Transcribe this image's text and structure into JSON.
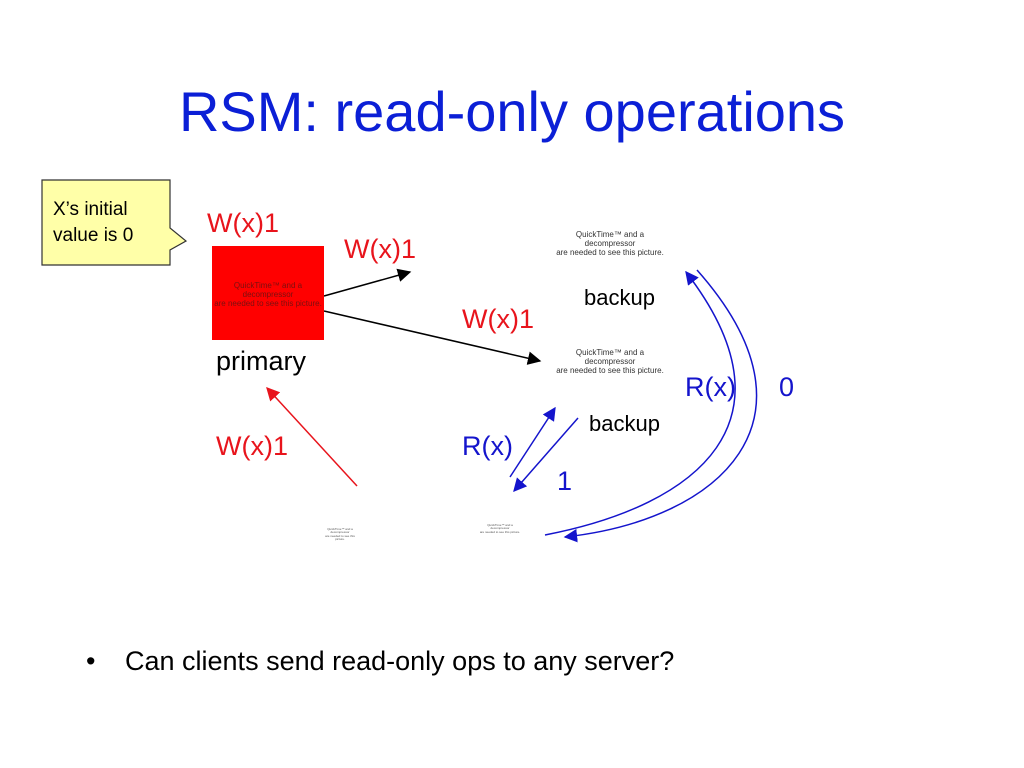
{
  "title": "RSM: read-only operations",
  "callout": {
    "line1": "X’s initial",
    "line2": "value is 0"
  },
  "labels": {
    "w_primary_top": "W(x)1",
    "w_backup1": "W(x)1",
    "w_backup2": "W(x)1",
    "w_client": "W(x)1",
    "primary": "primary",
    "backup1": "backup",
    "backup2": "backup",
    "r_blue_right": "R(x)",
    "zero": "0",
    "r_blue_left": "R(x)",
    "one": "1"
  },
  "placeholder": {
    "line1": "QuickTime™ and a",
    "line2": "decompressor",
    "line3": "are needed to see this picture."
  },
  "bullet": {
    "symbol": "•",
    "text": "Can clients send read-only ops to any server?"
  },
  "colors": {
    "title": "#0b1fd6",
    "red": "#e8141c",
    "blue": "#1414cc",
    "callout_bg": "#ffffa8",
    "primary_bg": "#ff0000"
  }
}
